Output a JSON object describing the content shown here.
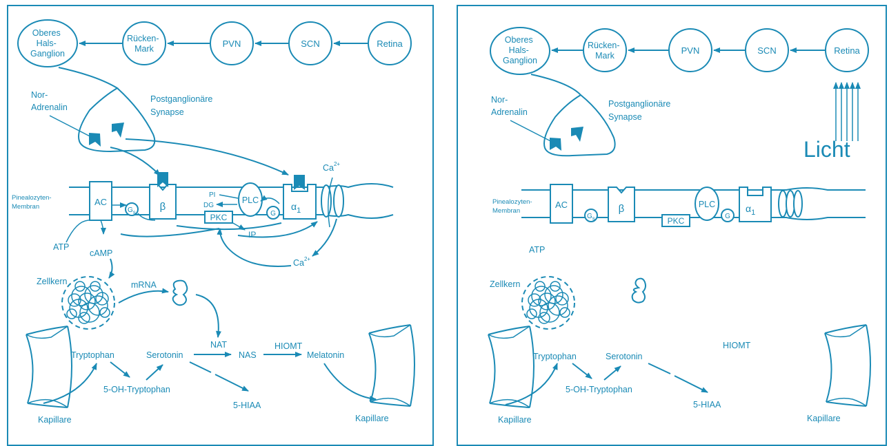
{
  "colors": {
    "accent": "#1a8ab5",
    "background": "#ffffff"
  },
  "left": {
    "nodes": {
      "oberes": [
        "Oberes",
        "Hals-",
        "Ganglion"
      ],
      "ruecken": [
        "Rücken-",
        "Mark"
      ],
      "pvn": "PVN",
      "scn": "SCN",
      "retina": "Retina"
    },
    "nor": [
      "Nor-",
      "Adrenalin"
    ],
    "synapse": [
      "Postganglionäre",
      "Synapse"
    ],
    "membrane": [
      "Pinealozyten-",
      "Membran"
    ],
    "ac": "AC",
    "gs": "G",
    "gs_sub": "s",
    "beta": "β",
    "pi": "PI",
    "dg": "DG",
    "plc": "PLC",
    "g": "G",
    "alpha": "α",
    "alpha_sub": "1",
    "pkc": "PKC",
    "ip": "IP",
    "ca_top": "Ca",
    "ca_top_sup": "2+",
    "ca_bottom": "Ca",
    "ca_bottom_sup": "2+",
    "atp": "ATP",
    "camp": "cAMP",
    "zellkern": "Zellkern",
    "mrna": "mRNA",
    "nat": "NAT",
    "nas": "NAS",
    "hiomt": "HIOMT",
    "melatonin": "Melatonin",
    "tryptophan": "Tryptophan",
    "serotonin": "Serotonin",
    "oh_tryptophan": "5-OH-Tryptophan",
    "hiaa": "5-HIAA",
    "kapillare_left": "Kapillare",
    "kapillare_right": "Kapillare"
  },
  "right": {
    "nodes": {
      "oberes": [
        "Oberes",
        "Hals-",
        "Ganglion"
      ],
      "ruecken": [
        "Rücken-",
        "Mark"
      ],
      "pvn": "PVN",
      "scn": "SCN",
      "retina": "Retina"
    },
    "nor": [
      "Nor-",
      "Adrenalin"
    ],
    "synapse": [
      "Postganglionäre",
      "Synapse"
    ],
    "licht": "Licht",
    "membrane": [
      "Pinealozyten-",
      "Membran"
    ],
    "ac": "AC",
    "gs": "G",
    "gs_sub": "s",
    "beta": "β",
    "pkc": "PKC",
    "plc": "PLC",
    "g": "G",
    "alpha": "α",
    "alpha_sub": "1",
    "atp": "ATP",
    "zellkern": "Zellkern",
    "hiomt": "HIOMT",
    "tryptophan": "Tryptophan",
    "serotonin": "Serotonin",
    "oh_tryptophan": "5-OH-Tryptophan",
    "hiaa": "5-HIAA",
    "kapillare_left": "Kapillare",
    "kapillare_right": "Kapillare"
  }
}
